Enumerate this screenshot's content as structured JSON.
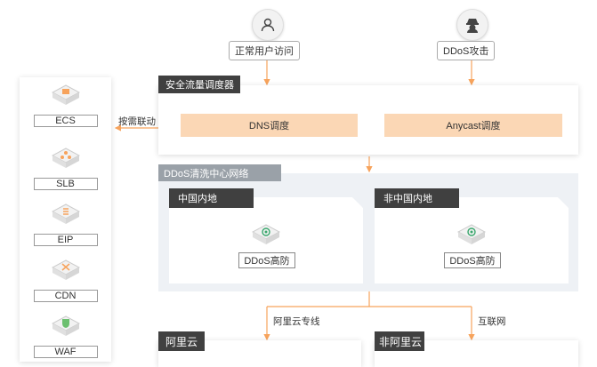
{
  "sources": {
    "normal": {
      "label": "正常用户访问"
    },
    "attack": {
      "label": "DDoS攻击"
    }
  },
  "scheduler": {
    "title": "安全流量调度器",
    "dns": "DNS调度",
    "anycast": "Anycast调度",
    "edge_label": "按需联动"
  },
  "products": [
    {
      "label": "ECS",
      "icon": "ecs-icon"
    },
    {
      "label": "SLB",
      "icon": "slb-icon"
    },
    {
      "label": "EIP",
      "icon": "eip-icon"
    },
    {
      "label": "CDN",
      "icon": "cdn-icon"
    },
    {
      "label": "WAF",
      "icon": "waf-icon"
    }
  ],
  "scrubbing": {
    "title": "DDoS清洗中心网络",
    "china": {
      "title": "中国内地",
      "node": "DDoS高防"
    },
    "overseas": {
      "title": "非中国内地",
      "node": "DDoS高防"
    }
  },
  "links": {
    "dedicated": "阿里云专线",
    "internet": "互联网"
  },
  "clouds": {
    "aliyun": "阿里云",
    "non_aliyun": "非阿里云"
  },
  "colors": {
    "accent": "#f7a35c",
    "orange_box": "#fbd7b5",
    "dark_header": "#404040",
    "grey_label": "#9aa1a8",
    "region_bg": "#eef1f5"
  }
}
